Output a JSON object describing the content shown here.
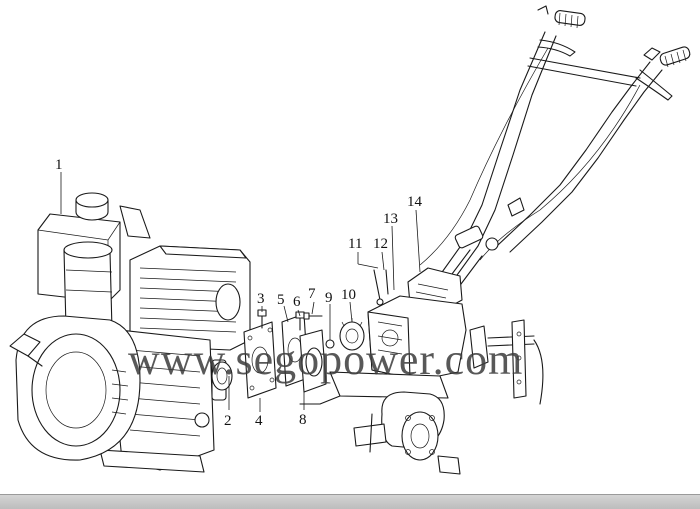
{
  "watermark": "www.segopower.com",
  "labels": {
    "l1": "1",
    "l2": "2",
    "l3": "3",
    "l4": "4",
    "l5": "5",
    "l6": "6",
    "l7": "7",
    "l8": "8",
    "l9": "9",
    "l10": "10",
    "l11": "11",
    "l12": "12",
    "l13": "13",
    "l14": "14"
  }
}
